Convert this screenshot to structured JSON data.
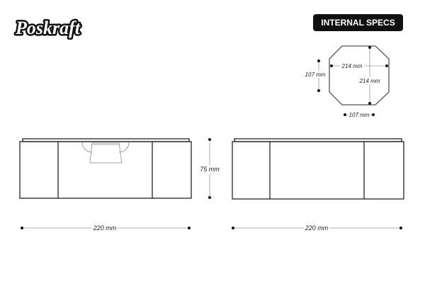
{
  "brand": {
    "logo_text": "Poskraft"
  },
  "header": {
    "badge_label": "INTERNAL SPECS"
  },
  "internal_specs": {
    "width_label": "214 mm",
    "depth_label": "214 mm",
    "corner_height_label": "107 mm",
    "corner_width_label": "107 mm"
  },
  "front_view": {
    "height_label": "75 mm",
    "width_label": "220 mm"
  },
  "back_view": {
    "width_label": "220 mm"
  },
  "colors": {
    "line": "#222222",
    "badge": "#111111",
    "badge_text": "#ffffff"
  }
}
